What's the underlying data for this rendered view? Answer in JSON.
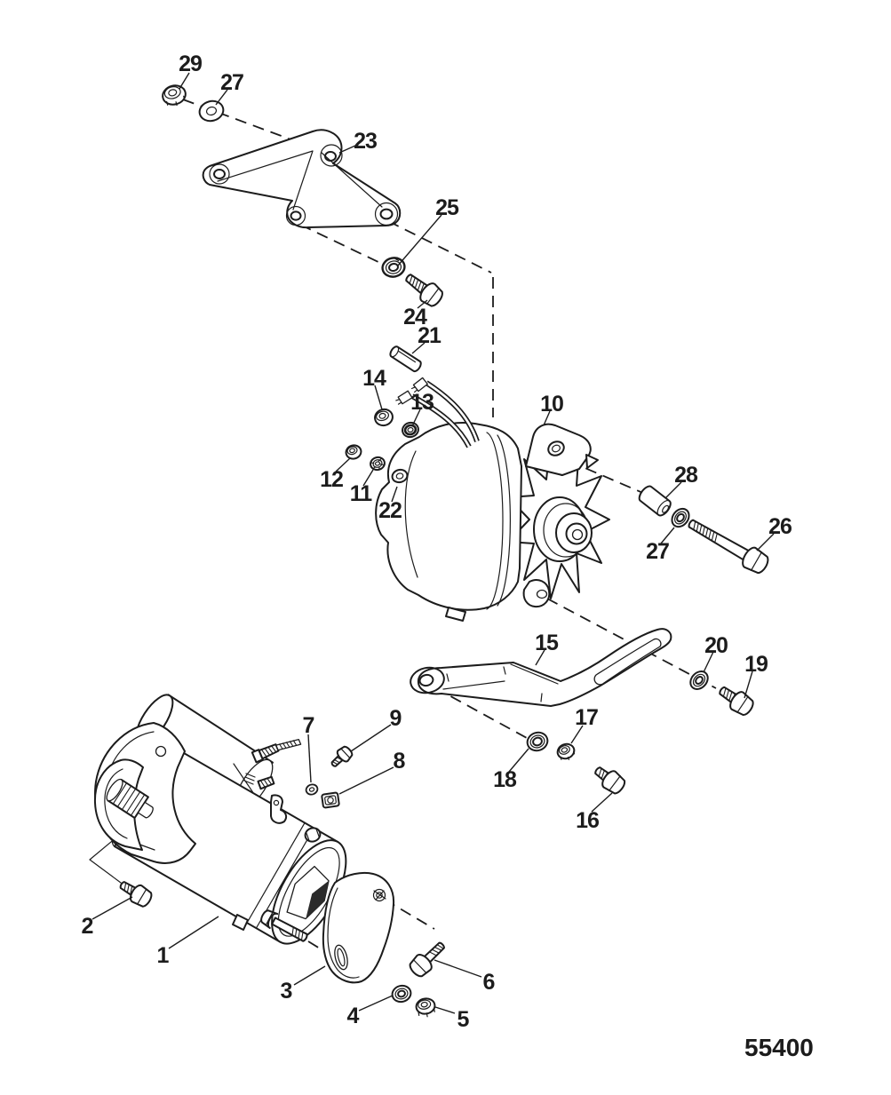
{
  "figure": {
    "drawing_number": "55400",
    "ink_color": "#1c1c1c",
    "background": "#ffffff"
  },
  "callouts": [
    {
      "text": "29"
    },
    {
      "text": "27"
    },
    {
      "text": "23"
    },
    {
      "text": "25"
    },
    {
      "text": "24"
    },
    {
      "text": "21"
    },
    {
      "text": "14"
    },
    {
      "text": "13"
    },
    {
      "text": "10"
    },
    {
      "text": "12"
    },
    {
      "text": "11"
    },
    {
      "text": "22"
    },
    {
      "text": "28"
    },
    {
      "text": "26"
    },
    {
      "text": "27"
    },
    {
      "text": "15"
    },
    {
      "text": "20"
    },
    {
      "text": "19"
    },
    {
      "text": "9"
    },
    {
      "text": "7"
    },
    {
      "text": "8"
    },
    {
      "text": "17"
    },
    {
      "text": "18"
    },
    {
      "text": "16"
    },
    {
      "text": "2"
    },
    {
      "text": "1"
    },
    {
      "text": "3"
    },
    {
      "text": "6"
    },
    {
      "text": "4"
    },
    {
      "text": "5"
    }
  ]
}
